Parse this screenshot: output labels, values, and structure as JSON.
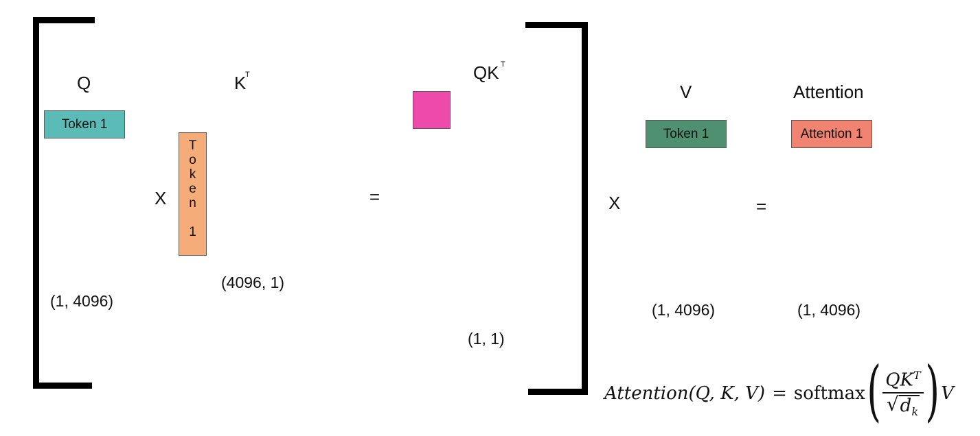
{
  "q": {
    "label": "Q",
    "token": "Token 1",
    "dims": "(1, 4096)",
    "color": "#5bbcb7"
  },
  "kt": {
    "label": "K",
    "sup": "T",
    "token_chars": [
      "T",
      "o",
      "k",
      "e",
      "n",
      "",
      "1"
    ],
    "dims": "(4096, 1)",
    "color": "#f5ac78"
  },
  "qkt": {
    "label": "QK",
    "sup": "T",
    "dims": "(1, 1)",
    "color": "#ee4aab"
  },
  "v": {
    "label": "V",
    "token": "Token 1",
    "dims": "(1, 4096)",
    "color": "#4e9070"
  },
  "attention": {
    "label": "Attention",
    "token": "Attention 1",
    "dims": "(1, 4096)",
    "color": "#f08470"
  },
  "ops": {
    "times1": "X",
    "equals1": "=",
    "times2": "X",
    "equals2": "="
  },
  "formula": {
    "lhs": "Attention(Q, K, V)",
    "eq": "=",
    "fn": "softmax",
    "num": "QK",
    "num_sup": "T",
    "den": "d",
    "den_sub": "k",
    "tail": "V"
  }
}
